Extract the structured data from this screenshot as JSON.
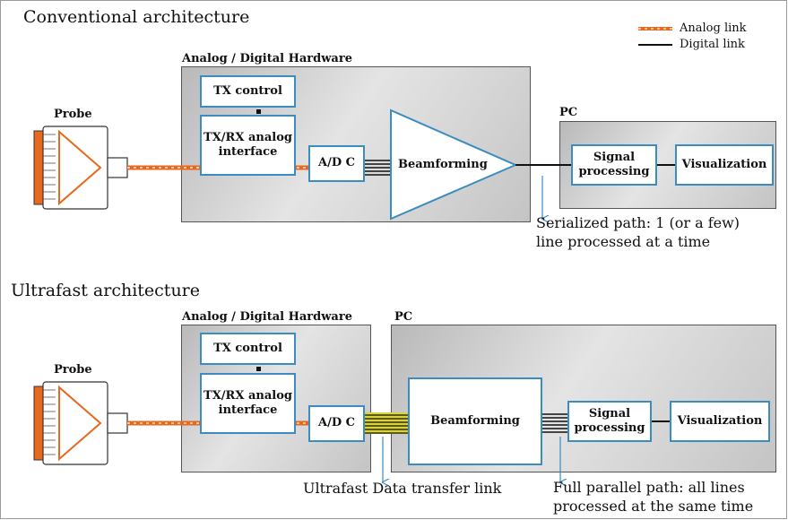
{
  "legend": {
    "analog": "Analog link",
    "digital": "Digital link",
    "analog_color": "#e8681e",
    "digital_color": "#111111"
  },
  "conventional": {
    "title": "Conventional architecture",
    "hardware_title": "Analog / Digital Hardware",
    "probe_label": "Probe",
    "tx_control": "TX control",
    "txrx": "TX/RX analog\ninterface",
    "adc": "A/D C",
    "beamforming": "Beamforming",
    "pc_title": "PC",
    "signal_processing": "Signal\nprocessing",
    "visualization": "Visualization",
    "note": "Serialized path: 1 (or a few)\nline processed at a time"
  },
  "ultrafast": {
    "title": "Ultrafast architecture",
    "hardware_title": "Analog / Digital Hardware",
    "pc_title": "PC",
    "probe_label": "Probe",
    "tx_control": "TX control",
    "txrx": "TX/RX analog\ninterface",
    "adc": "A/D C",
    "beamforming": "Beamforming",
    "signal_processing": "Signal\nprocessing",
    "visualization": "Visualization",
    "link_note": "Ultrafast Data transfer link",
    "parallel_note": "Full parallel path: all lines\nprocessed at the same time"
  },
  "colors": {
    "box_border": "#3b8cc0",
    "arrow": "#3b8cc0",
    "ultrafast_link": "#d8d33a"
  }
}
